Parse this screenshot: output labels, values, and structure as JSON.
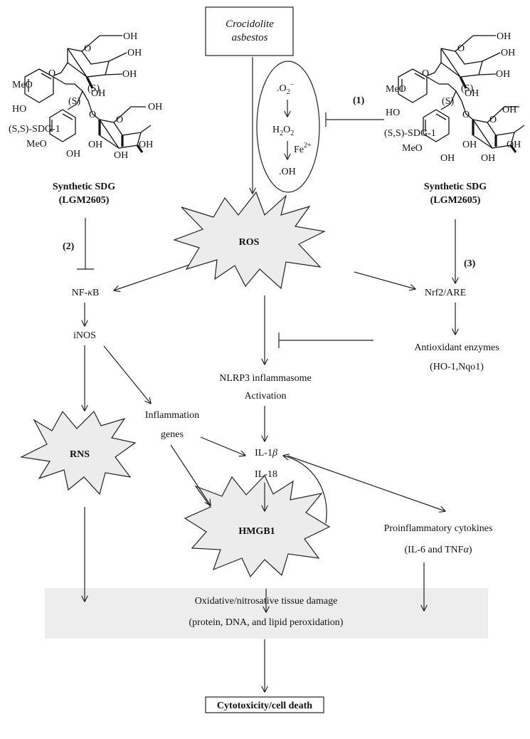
{
  "asbestos": {
    "line1": "Crocidolite",
    "line2": "asbestos"
  },
  "ros_cycle": {
    "superoxide": ".O",
    "superoxide_sub": "2",
    "superoxide_sup": "−",
    "peroxide_h": "H",
    "peroxide_o": "O",
    "peroxide_sub": "2",
    "iron": "Fe",
    "iron_sup": "2+",
    "hydroxyl": ".OH"
  },
  "steps": {
    "one": "(1)",
    "two": "(2)",
    "three": "(3)"
  },
  "sdg_left": {
    "name": "Synthetic SDG",
    "code": "(LGM2605)",
    "stereo_label": "(S,S)-SDG-1",
    "meo_top": "MeO",
    "ho_top": "HO",
    "meo_bottom": "MeO",
    "s1": "(S)",
    "s2": "(S)",
    "oh": "OH",
    "o": "O"
  },
  "sdg_right": {
    "name": "Synthetic SDG",
    "code": "(LGM2605)",
    "stereo_label": "(S,S)-SDG-1",
    "meo_top": "MeO",
    "ho_top": "HO",
    "meo_bottom": "MeO",
    "s1": "(S)",
    "s2": "(S)",
    "oh": "OH",
    "o": "O"
  },
  "nodes": {
    "ros": "ROS",
    "rns": "RNS",
    "hmgb1": "HMGB1",
    "nfkb_prefix": "NF-",
    "nfkb_kappa": "κ",
    "nfkb_suffix": "B",
    "inos": "iNOS",
    "nrf2": "Nrf2/ARE",
    "antioxidant": "Antioxidant enzymes",
    "antioxidant_detail": "(HO-1,Nqo1)",
    "nlrp3": "NLRP3 inflammasome",
    "activation": "Activation",
    "inflammation": "Inflammation",
    "genes": "genes",
    "il1_prefix": "IL-1",
    "il1_beta": "β",
    "il18": "IL-18",
    "proinflammatory": "Proinflammatory cytokines",
    "cytokines_prefix": "(IL-6 and TNF",
    "cytokines_alpha": "α",
    "cytokines_suffix": ")"
  },
  "damage": {
    "line1": "Oxidative/nitrosative tissue damage",
    "line2": "(protein, DNA, and lipid peroxidation)"
  },
  "outcome": "Cytotoxicity/cell death"
}
